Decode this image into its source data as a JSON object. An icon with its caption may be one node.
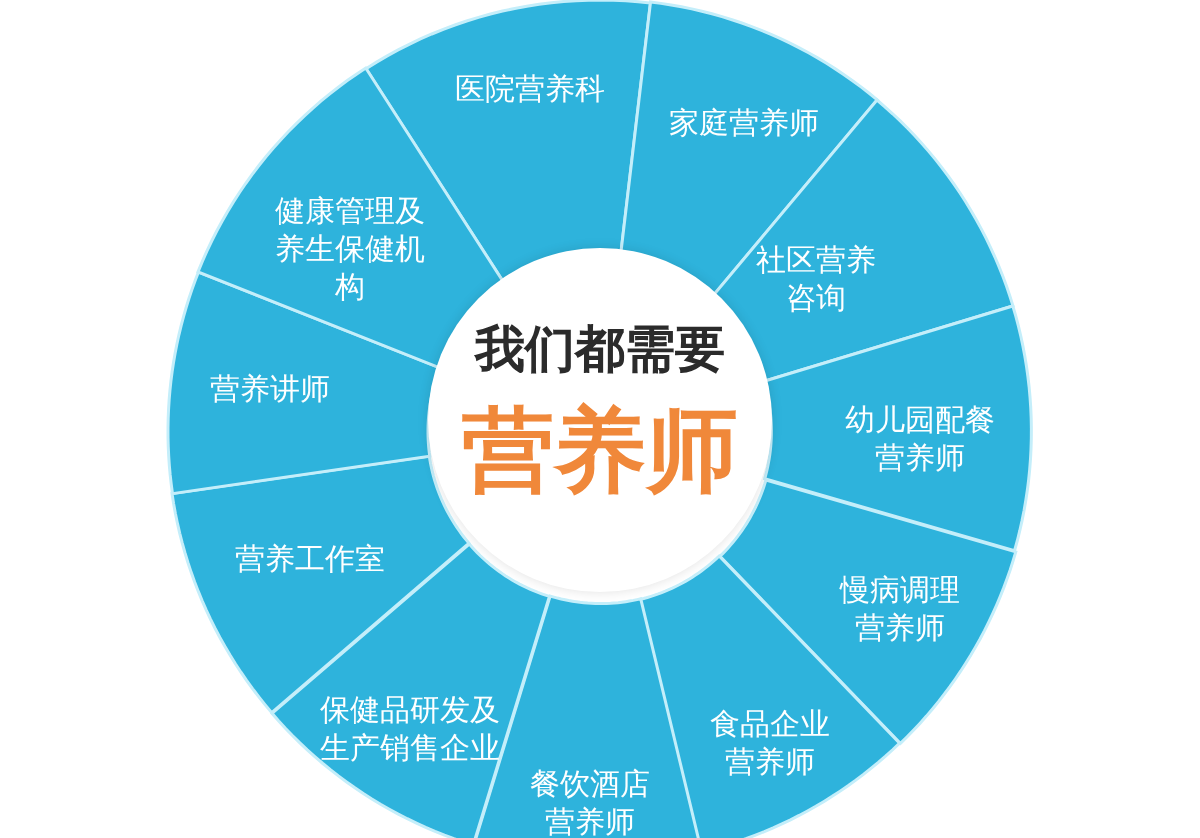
{
  "diagram": {
    "nodes": [
      {
        "text": [
          "我们都需要",
          "营养师"
        ]
      },
      {
        "text": [
          "医院营养科"
        ]
      },
      {
        "text": [
          "家庭营养师"
        ]
      },
      {
        "text": [
          "社区营养咨询"
        ]
      },
      {
        "text": [
          "幼儿园配餐营养师"
        ]
      },
      {
        "text": [
          "慢病调理营养师"
        ]
      },
      {
        "text": [
          "食品企业营养师"
        ]
      },
      {
        "text": [
          "餐饮酒店营养师"
        ]
      },
      {
        "text": [
          "保健品研发及生产销售企业"
        ]
      },
      {
        "text": [
          "营养工作室"
        ]
      },
      {
        "text": [
          "营养讲师"
        ]
      },
      {
        "text": [
          "健康管理及养生保健机构"
        ]
      }
    ]
  }
}
